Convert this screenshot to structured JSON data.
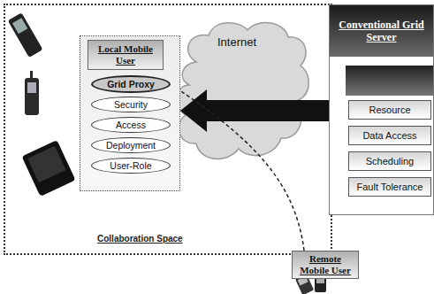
{
  "diagram": {
    "nodes": [
      {
        "text": [
          "Collaboration Space"
        ]
      },
      {
        "text": [
          "Local Mobile User"
        ],
        "in": 0
      },
      {
        "text": [
          "Grid Proxy"
        ],
        "in": 1
      },
      {
        "text": [
          "Security"
        ],
        "in": 1
      },
      {
        "text": [
          "Access"
        ],
        "in": 1
      },
      {
        "text": [
          "Deployment"
        ],
        "in": 1
      },
      {
        "text": [
          "User-Role"
        ],
        "in": 1
      },
      {
        "text": [
          "Conventional Grid Server"
        ]
      },
      {
        "text": [
          "Resource"
        ],
        "in": 7
      },
      {
        "text": [
          "Data Access"
        ],
        "in": 7
      },
      {
        "text": [
          "Scheduling"
        ],
        "in": 7
      },
      {
        "text": [
          "Fault Tolerance"
        ],
        "in": 7
      },
      {
        "text": [
          "Remote Mobile User"
        ]
      }
    ],
    "edges": [
      {
        "from": 7,
        "to": 1,
        "arrow": "to"
      },
      {
        "from": 12,
        "to": 2,
        "arrow": "none"
      }
    ],
    "labels": [
      "Internet"
    ]
  }
}
